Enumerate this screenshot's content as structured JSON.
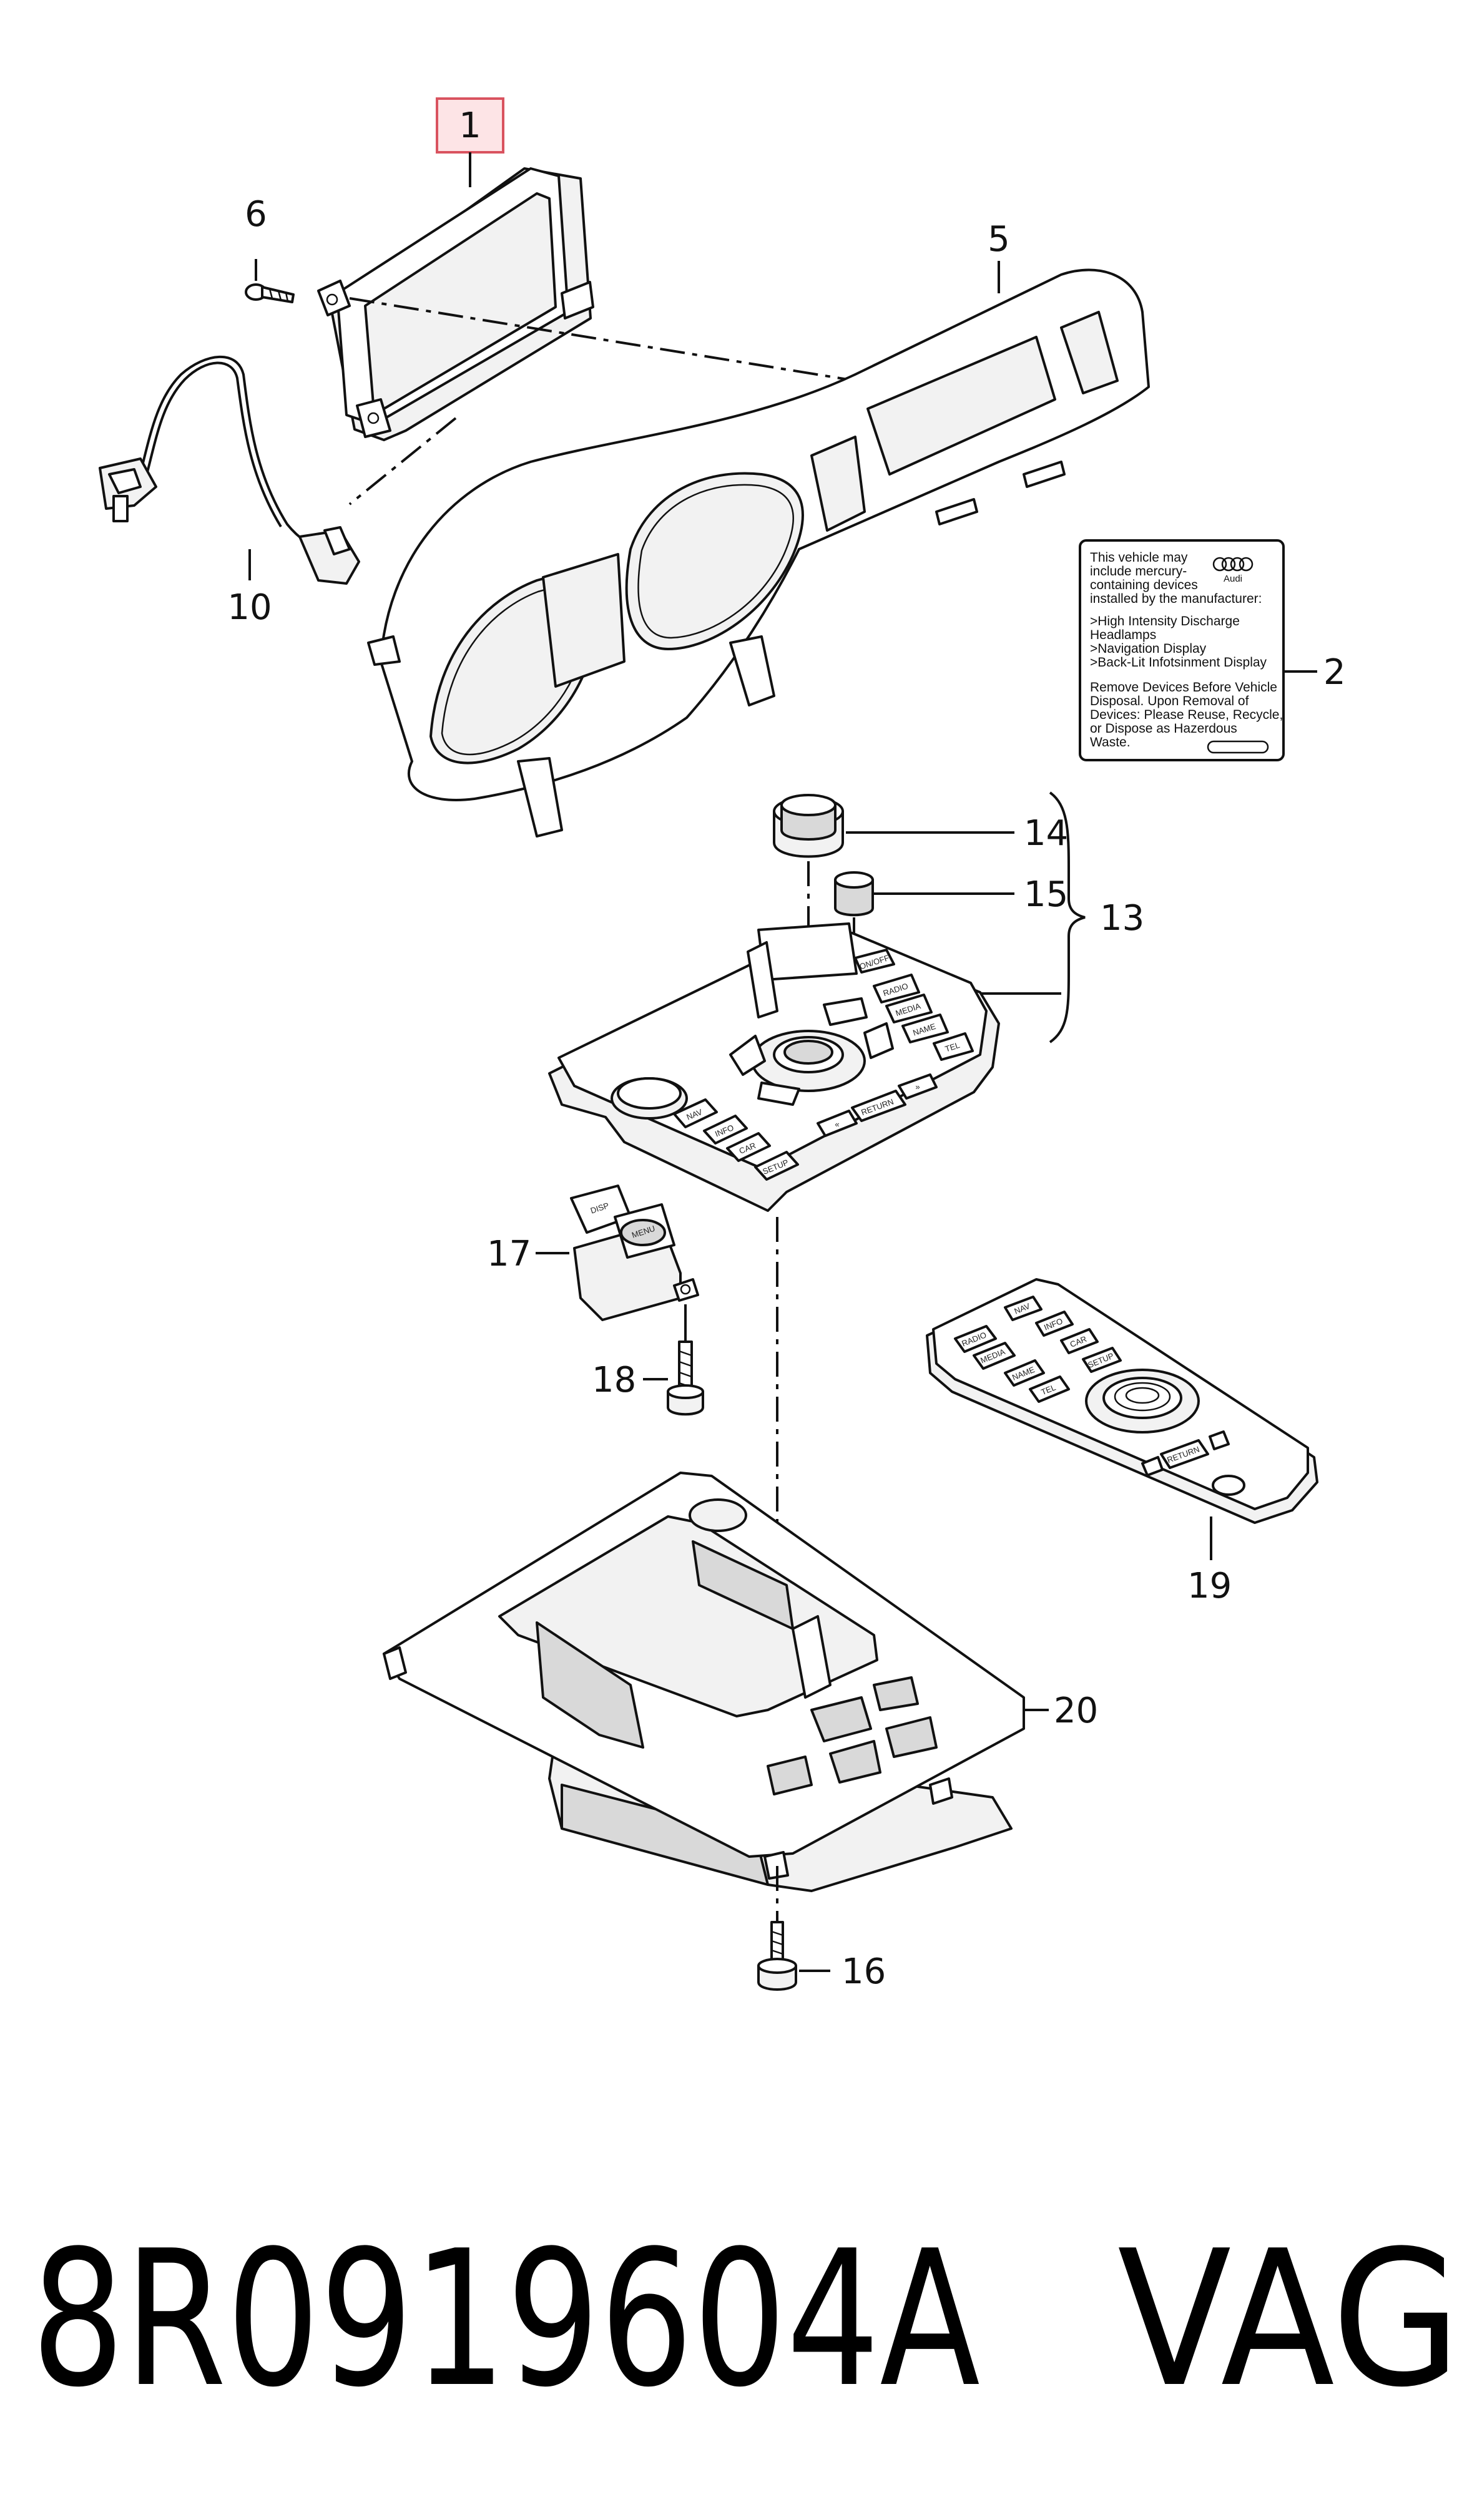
{
  "callouts": {
    "c1": "1",
    "c2": "2",
    "c5": "5",
    "c6": "6",
    "c10": "10",
    "c13": "13",
    "c14": "14",
    "c15": "15",
    "c16": "16",
    "c17": "17",
    "c18": "18",
    "c19": "19",
    "c20": "20"
  },
  "warning_label": {
    "lines": [
      "This vehicle may",
      "include mercury-",
      "containing devices",
      "installed by the manufacturer:",
      "",
      ">High Intensity Discharge",
      "   Headlamps",
      ">Navigation Display",
      ">Back-Lit Infotsinment Display",
      "",
      "Remove Devices Before Vehicle",
      "Disposal. Upon Removal of",
      "Devices: Please Reuse, Recycle,",
      "or Dispose as Hazerdous",
      "Waste."
    ],
    "logo_text": "Audi"
  },
  "control_panel_buttons": {
    "nav": "NAV",
    "info": "INFO",
    "car": "CAR",
    "setup": "SETUP",
    "radio": "RADIO",
    "media": "MEDIA",
    "name": "NAME",
    "tel": "TEL",
    "return": "RETURN",
    "on_off": "ON/OFF"
  },
  "switch_buttons": {
    "top": "DISP",
    "bottom": "MENU"
  },
  "remote_buttons": {
    "radio": "RADIO",
    "nav": "NAV",
    "info": "INFO",
    "media": "MEDIA",
    "car": "CAR",
    "name": "NAME",
    "tel": "TEL",
    "setup": "SETUP",
    "return": "RETURN"
  },
  "footer": {
    "part_number": "8R0919604A",
    "brand": "VAG"
  }
}
